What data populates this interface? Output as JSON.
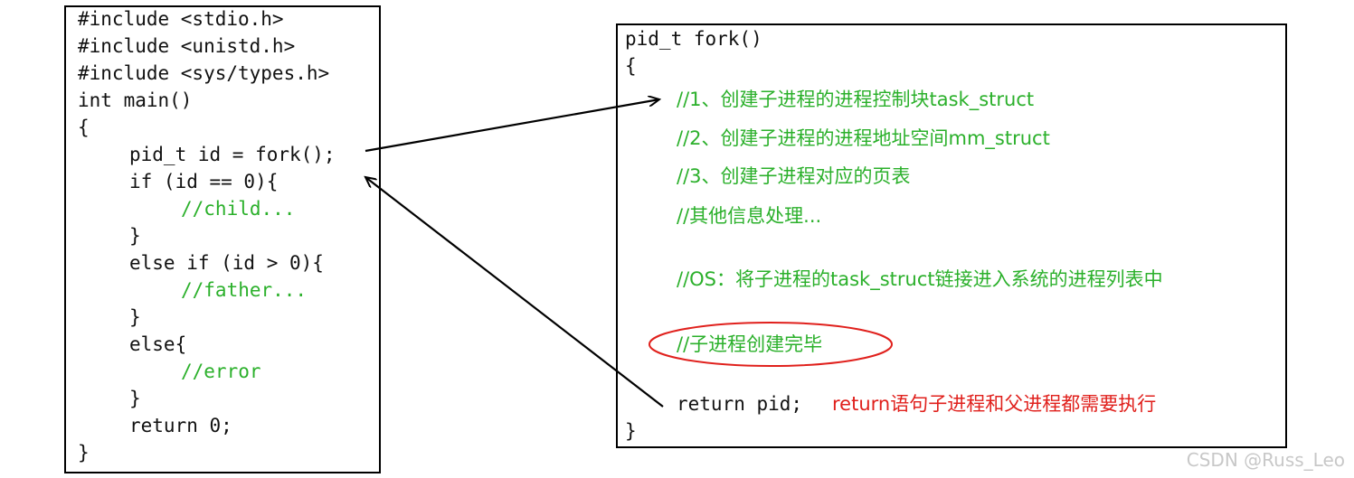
{
  "left_code": {
    "lines": [
      {
        "text": "#include <stdio.h>",
        "indent": 0
      },
      {
        "text": "#include <unistd.h>",
        "indent": 0
      },
      {
        "text": "#include <sys/types.h>",
        "indent": 0
      },
      {
        "text": "int main()",
        "indent": 0
      },
      {
        "text": "{",
        "indent": 0
      },
      {
        "text": "pid_t id = fork();",
        "indent": 1
      },
      {
        "text": "if (id == 0){",
        "indent": 1
      },
      {
        "text": "//child...",
        "indent": 2,
        "comment": true
      },
      {
        "text": "}",
        "indent": 1
      },
      {
        "text": "else if (id > 0){",
        "indent": 1
      },
      {
        "text": "//father...",
        "indent": 2,
        "comment": true
      },
      {
        "text": "}",
        "indent": 1
      },
      {
        "text": "else{",
        "indent": 1
      },
      {
        "text": "//error",
        "indent": 2,
        "comment": true
      },
      {
        "text": "}",
        "indent": 1
      },
      {
        "text": "return 0;",
        "indent": 1
      },
      {
        "text": "}",
        "indent": 0
      }
    ]
  },
  "right_code": {
    "signature": "pid_t fork()",
    "open_brace": "{",
    "comments": [
      "//1、创建子进程的进程控制块task_struct",
      "//2、创建子进程的进程地址空间mm_struct",
      "//3、创建子进程对应的页表",
      "//其他信息处理...",
      "//OS：将子进程的task_struct链接进入系统的进程列表中"
    ],
    "highlight_comment": "//子进程创建完毕",
    "return_stmt": "return pid;",
    "return_note": "return语句子进程和父进程都需要执行",
    "close_brace": "}"
  },
  "colors": {
    "comment": "#2bb02b",
    "note": "#e0201c",
    "ellipse": "#e0201c",
    "text": "#111111"
  },
  "watermark": "CSDN @Russ_Leo"
}
